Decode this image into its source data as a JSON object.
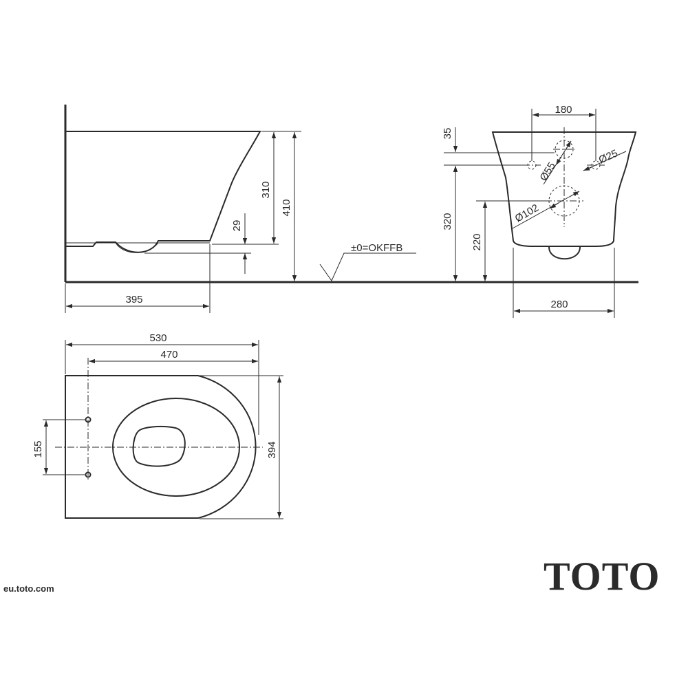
{
  "dimensions": {
    "side_depth": "395",
    "side_height_310": "310",
    "side_height_410": "410",
    "side_29": "29",
    "front_180": "180",
    "front_35": "35",
    "front_d25": "Ø25",
    "front_d55": "Ø55",
    "front_d102": "Ø102",
    "front_320": "320",
    "front_220": "220",
    "front_280": "280",
    "top_530": "530",
    "top_470": "470",
    "top_155": "155",
    "top_394": "394"
  },
  "floor_label": "±0=OKFFB",
  "website": "eu.toto.com",
  "brand": "TOTO"
}
